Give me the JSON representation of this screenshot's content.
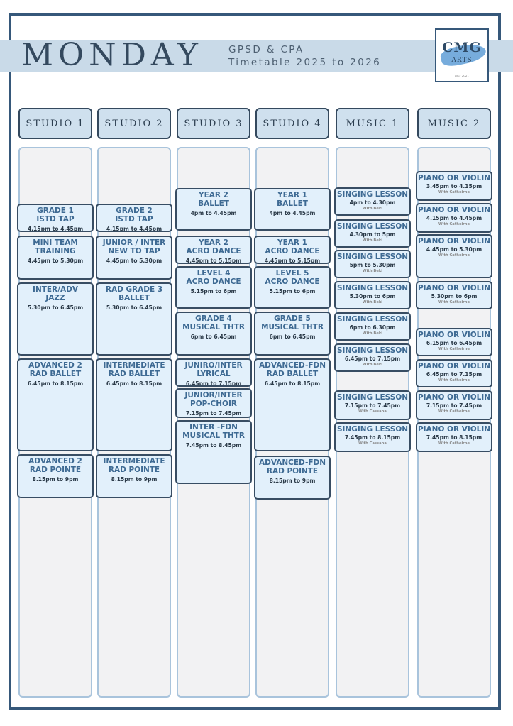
{
  "header": {
    "day": "MONDAY",
    "subtitle_1": "GPSD & CPA",
    "subtitle_2": "Timetable 2025 to 2026",
    "logo": {
      "main": "CMG",
      "sub": "ARTS",
      "small": "EST 2021"
    }
  },
  "columns": [
    "STUDIO 1",
    "STUDIO 2",
    "STUDIO 3",
    "STUDIO 4",
    "MUSIC 1",
    "MUSIC 2"
  ],
  "classes": [
    [
      {
        "title": "GRADE 1\nISTD TAP",
        "time": "4.15pm to 4.45pm"
      },
      {
        "title": "MINI TEAM\nTRAINING",
        "time": "4.45pm to 5.30pm"
      },
      {
        "title": "INTER/ADV\nJAZZ",
        "time": "5.30pm to 6.45pm"
      },
      {
        "title": "ADVANCED 2\nRAD BALLET",
        "time": "6.45pm to 8.15pm"
      },
      {
        "title": "ADVANCED 2\nRAD POINTE",
        "time": "8.15pm to 9pm"
      }
    ],
    [
      {
        "title": "GRADE 2\nISTD TAP",
        "time": "4.15pm to 4.45pm"
      },
      {
        "title": "JUNIOR / INTER\nNEW TO TAP",
        "time": "4.45pm to 5.30pm"
      },
      {
        "title": "RAD GRADE 3\nBALLET",
        "time": "5.30pm to 6.45pm"
      },
      {
        "title": "INTERMEDIATE\nRAD BALLET",
        "time": "6.45pm to 8.15pm"
      },
      {
        "title": "INTERMEDIATE\nRAD POINTE",
        "time": "8.15pm to 9pm"
      }
    ],
    [
      {
        "title": "YEAR 2\nBALLET",
        "time": "4pm to 4.45pm"
      },
      {
        "title": "YEAR 2\nACRO DANCE",
        "time": "4.45pm to 5.15pm"
      },
      {
        "title": "LEVEL 4\nACRO DANCE",
        "time": "5.15pm to 6pm"
      },
      {
        "title": "GRADE 4\nMUSICAL THTR",
        "time": "6pm to 6.45pm"
      },
      {
        "title": "JUNIRO/INTER\nLYRICAL",
        "time": "6.45pm to 7.15pm"
      },
      {
        "title": "JUNIOR/INTER\nPOP-CHOIR",
        "time": "7.15pm to 7.45pm"
      },
      {
        "title": "INTER -FDN\nMUSICAL THTR",
        "time": "7.45pm to 8.45pm"
      }
    ],
    [
      {
        "title": "YEAR 1\nBALLET",
        "time": "4pm to 4.45pm"
      },
      {
        "title": "YEAR 1\nACRO DANCE",
        "time": "4.45pm to 5.15pm"
      },
      {
        "title": "LEVEL 5\nACRO DANCE",
        "time": "5.15pm to 6pm"
      },
      {
        "title": "GRADE 5\nMUSICAL THTR",
        "time": "6pm to 6.45pm"
      },
      {
        "title": "ADVANCED-FDN\nRAD BALLET",
        "time": "6.45pm to 8.15pm"
      },
      {
        "title": "ADVANCED-FDN\nRAD POINTE",
        "time": "8.15pm to 9pm"
      }
    ],
    [
      {
        "title": "SINGING LESSON",
        "time": "4pm to 4.30pm",
        "with": "With Beki"
      },
      {
        "title": "SINGING LESSON",
        "time": "4.30pm to 5pm",
        "with": "With Beki"
      },
      {
        "title": "SINGING LESSON",
        "time": "5pm to 5.30pm",
        "with": "With Beki"
      },
      {
        "title": "SINGING LESSON",
        "time": "5.30pm to 6pm",
        "with": "With Beki"
      },
      {
        "title": "SINGING LESSON",
        "time": "6pm to 6.30pm",
        "with": "With Beki"
      },
      {
        "title": "SINGING LESSON",
        "time": "6.45pm to 7.15pm",
        "with": "With Beki"
      },
      {
        "title": "SINGING LESSON",
        "time": "7.15pm to 7.45pm",
        "with": "With Cassana"
      },
      {
        "title": "SINGING LESSON",
        "time": "7.45pm to 8.15pm",
        "with": "With Cassana"
      }
    ],
    [
      {
        "title": "PIANO OR VIOLIN",
        "time": "3.45pm to 4.15pm",
        "with": "With Catheirne"
      },
      {
        "title": "PIANO OR VIOLIN",
        "time": "4.15pm to 4.45pm",
        "with": "With Catheirne"
      },
      {
        "title": "PIANO OR VIOLIN",
        "time": "4.45pm to 5.30pm",
        "with": "With Catheirne"
      },
      {
        "title": "PIANO OR VIOLIN",
        "time": "5.30pm to 6pm",
        "with": "With Catheirne"
      },
      {
        "title": "PIANO OR VIOLIN",
        "time": "6.15pm to 6.45pm",
        "with": "With Catheirne"
      },
      {
        "title": "PIANO OR VIOLIN",
        "time": "6.45pm to 7.15pm",
        "with": "With Catheirne"
      },
      {
        "title": "PIANO OR VIOLIN",
        "time": "7.15pm to 7.45pm",
        "with": "With Catheirne"
      },
      {
        "title": "PIANO OR VIOLIN",
        "time": "7.45pm to 8.15pm",
        "with": "With Catheirne"
      }
    ]
  ],
  "colors": {
    "frame": "#36587a",
    "banner": "#c9dae8",
    "card_fill": "#e2f0fb",
    "card_title": "#3e6a93",
    "column_fill": "#f2f2f3"
  }
}
